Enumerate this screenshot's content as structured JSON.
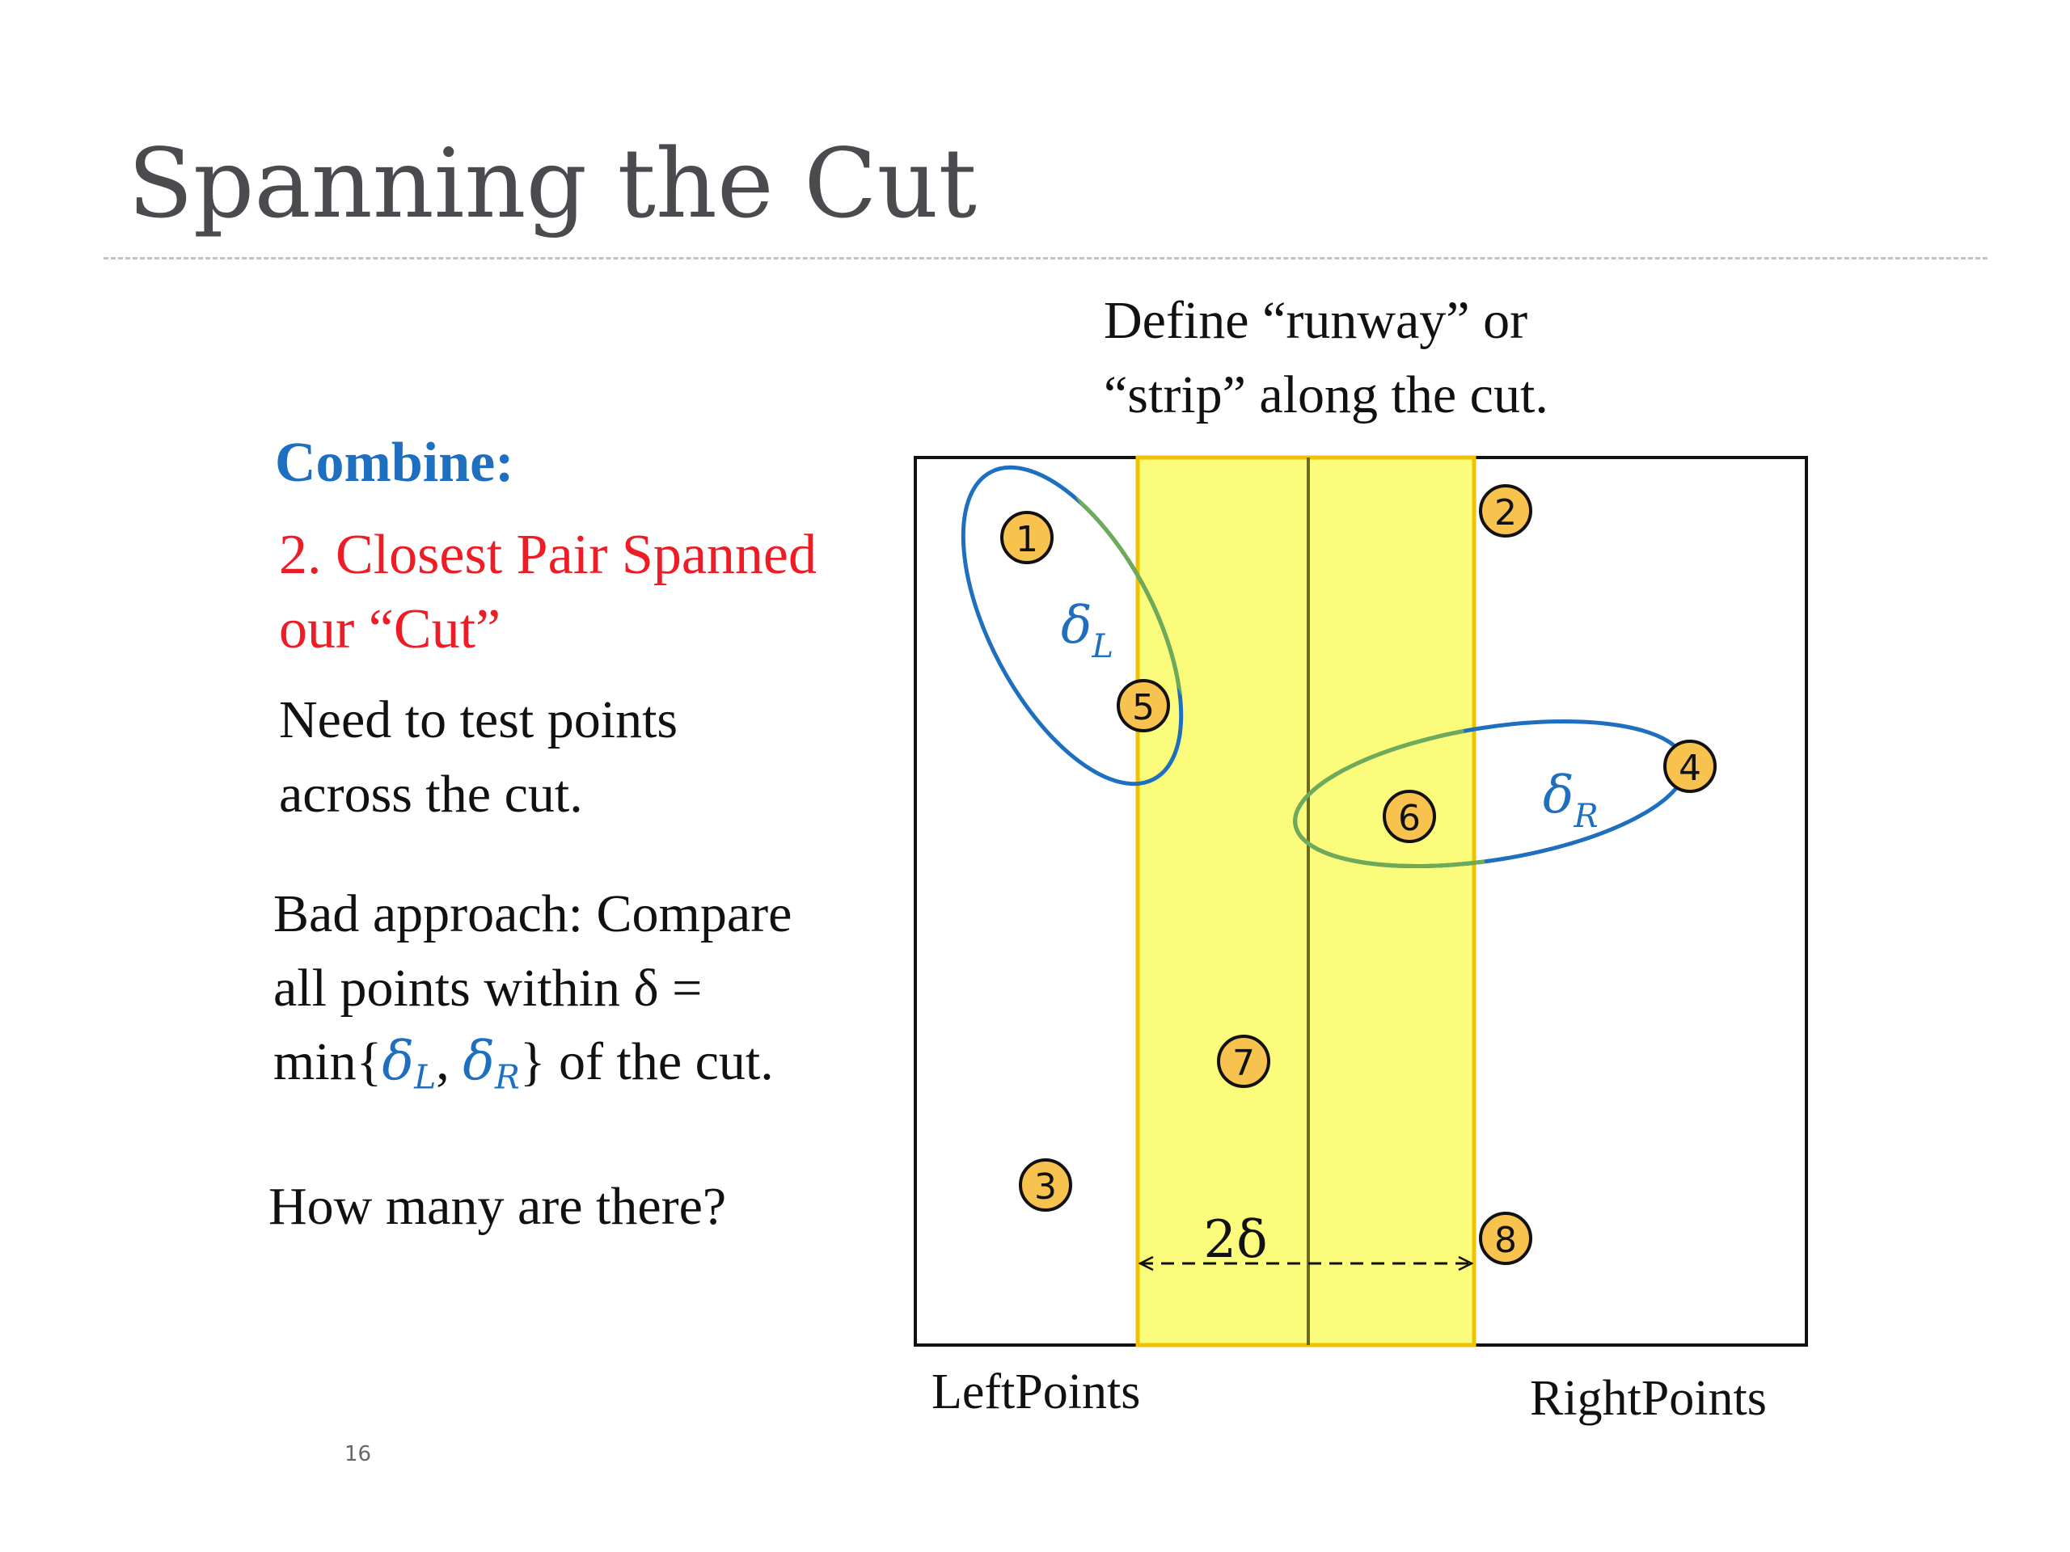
{
  "slide": {
    "title": "Spanning the Cut",
    "page_number": "16",
    "combine_label": "Combine:",
    "step_line1": "2. Closest Pair Spanned",
    "step_line2": "our “Cut”",
    "need_line1": "Need to test points",
    "need_line2": "across the cut.",
    "bad_line1": "Bad approach: Compare",
    "bad_line2": "all points within δ =",
    "bad_line3_prefix": "min{",
    "bad_line3_suffix": "} of the cut.",
    "how_many": "How many are there?"
  },
  "diagram": {
    "define_line1": "Define “runway” or",
    "define_line2": "“strip” along the cut.",
    "left_label": "LeftPoints",
    "right_label": "RightPoints",
    "delta_symbol": "δ",
    "delta_left_sub": "L",
    "delta_right_sub": "R",
    "strip_width_label": "2δ",
    "points": [
      {
        "label": "1"
      },
      {
        "label": "2"
      },
      {
        "label": "3"
      },
      {
        "label": "4"
      },
      {
        "label": "5"
      },
      {
        "label": "6"
      },
      {
        "label": "7"
      },
      {
        "label": "8"
      }
    ],
    "colors": {
      "strip": "#fbfb7c",
      "strip_border": "#f2c200",
      "point_fill": "#f8c24e",
      "ellipse": "#1e6fc0",
      "ellipse_in_strip": "#6faa58",
      "title": "#4a4a4f",
      "accent_red": "#ee1c25"
    }
  }
}
